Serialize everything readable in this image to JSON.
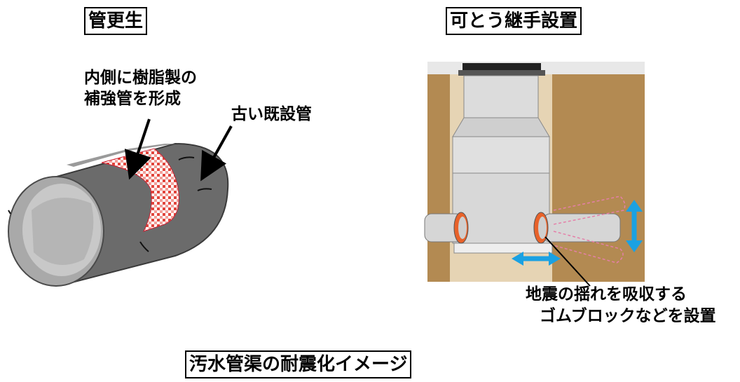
{
  "left_panel": {
    "title": "管更生",
    "callout_liner_line1": "内側に樹脂製の",
    "callout_liner_line2": "補強管を形成",
    "callout_old_pipe": "古い既設管"
  },
  "right_panel": {
    "title": "可とう継手設置",
    "callout_rubber_line1": "地震の揺れを吸収する",
    "callout_rubber_line2": "ゴムブロックなどを設置"
  },
  "footer": {
    "caption": "汚水管渠の耐震化イメージ"
  },
  "colors": {
    "pipe_outer": "#6b6b6b",
    "pipe_inner": "#b8b8b8",
    "liner_red": "#e2453c",
    "soil": "#b38a52",
    "arrow_blue": "#1ba1e2",
    "joint_orange": "#e8622a",
    "dashed_pink": "#e57fa8"
  }
}
